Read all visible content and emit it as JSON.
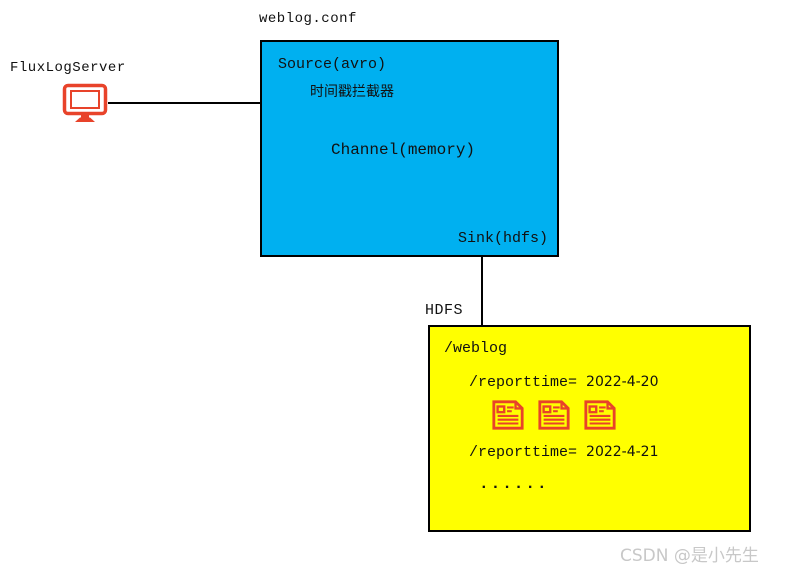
{
  "diagram": {
    "conf_label": "weblog.conf",
    "server_label": "FluxLogServer",
    "flume_box": {
      "source": "Source(avro)",
      "interceptor": "时间戳拦截器",
      "channel": "Channel(memory)",
      "sink": "Sink(hdfs)"
    },
    "hdfs_label": "HDFS",
    "hdfs_box": {
      "root": "/weblog",
      "partitions": [
        {
          "prefix": "/reporttime=",
          "date": "2022-4-20"
        },
        {
          "prefix": "/reporttime=",
          "date": "2022-4-21"
        }
      ],
      "file_count": 3,
      "ellipsis": "......"
    },
    "watermark": "CSDN @是小先生",
    "colors": {
      "flume_box_fill": "#00B0F0",
      "hdfs_box_fill": "#FFFF00",
      "box_border": "#000000",
      "icon_color": "#E8432A",
      "watermark_color": "#C8C8C8",
      "text_color": "#111111"
    }
  }
}
